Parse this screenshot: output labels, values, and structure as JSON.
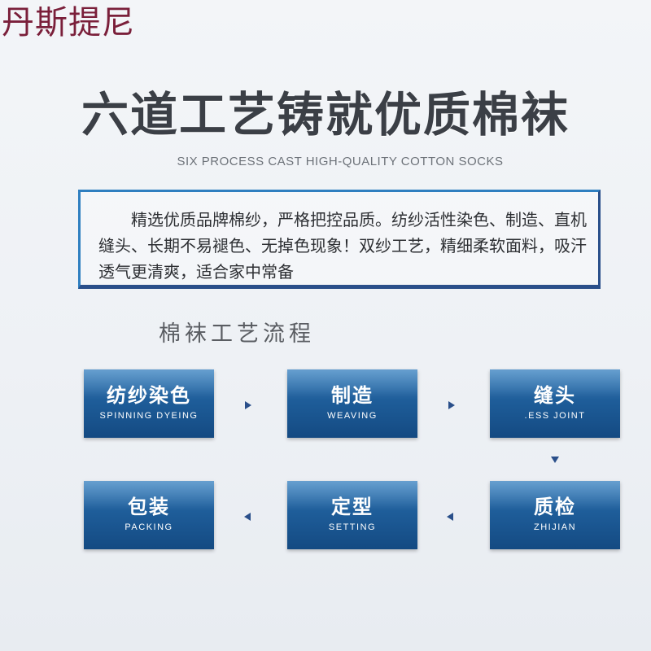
{
  "brand": "丹斯提尼",
  "title": "六道工艺铸就优质棉袜",
  "subtitle": "SIX PROCESS CAST HIGH-QUALITY COTTON SOCKS",
  "description": "精选优质品牌棉纱，严格把控品质。纺纱活性染色、制造、直机缝头、长期不易褪色、无掉色现象！双纱工艺，精细柔软面料，吸汗透气更清爽，适合家中常备",
  "flow_title": "棉袜工艺流程",
  "steps": [
    {
      "cn": "纺纱染色",
      "en": "SPINNING DYEING"
    },
    {
      "cn": "制造",
      "en": "WEAVING"
    },
    {
      "cn": "缝头",
      "en": ".ESS JOINT"
    },
    {
      "cn": "质检",
      "en": "ZHIJIAN"
    },
    {
      "cn": "定型",
      "en": "SETTING"
    },
    {
      "cn": "包装",
      "en": "PACKING"
    }
  ],
  "colors": {
    "brand": "#7a1f3a",
    "step_gradient_top": "#3c84c2",
    "step_gradient_bottom": "#144a82",
    "frame_blue": "#2f7fc0",
    "arrow": "#2a4f8a"
  },
  "icons": {
    "arrow_right": "triangle-right-icon",
    "arrow_left": "triangle-left-icon",
    "arrow_down": "triangle-down-icon"
  }
}
